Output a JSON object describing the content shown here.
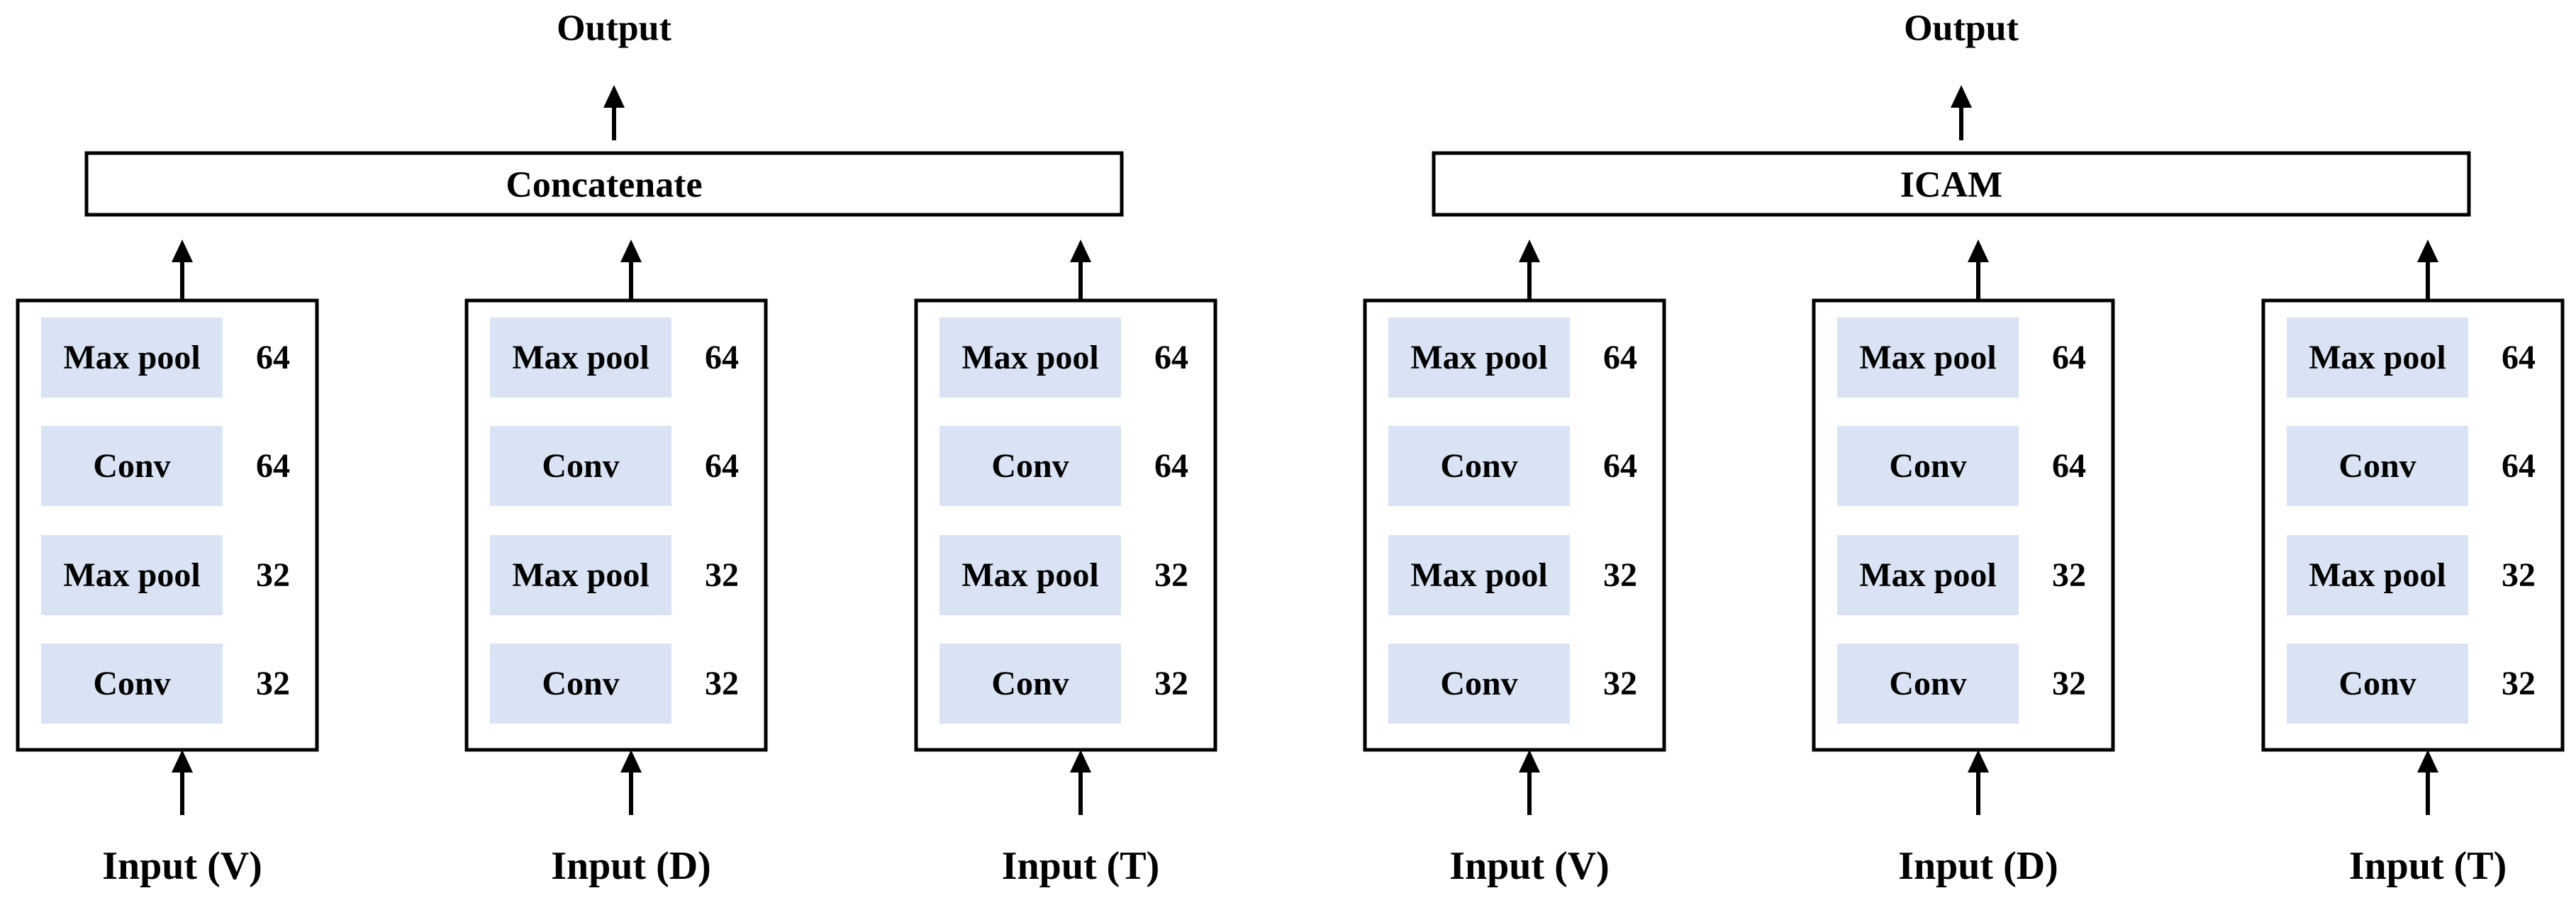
{
  "panels": [
    {
      "output_label": "Output",
      "fusion_label": "Concatenate",
      "branches": [
        {
          "input_label": "Input (V)",
          "layers": [
            {
              "name": "Max pool",
              "size": "64"
            },
            {
              "name": "Conv",
              "size": "64"
            },
            {
              "name": "Max pool",
              "size": "32"
            },
            {
              "name": "Conv",
              "size": "32"
            }
          ]
        },
        {
          "input_label": "Input (D)",
          "layers": [
            {
              "name": "Max pool",
              "size": "64"
            },
            {
              "name": "Conv",
              "size": "64"
            },
            {
              "name": "Max pool",
              "size": "32"
            },
            {
              "name": "Conv",
              "size": "32"
            }
          ]
        },
        {
          "input_label": "Input (T)",
          "layers": [
            {
              "name": "Max pool",
              "size": "64"
            },
            {
              "name": "Conv",
              "size": "64"
            },
            {
              "name": "Max pool",
              "size": "32"
            },
            {
              "name": "Conv",
              "size": "32"
            }
          ]
        }
      ]
    },
    {
      "output_label": "Output",
      "fusion_label": "ICAM",
      "branches": [
        {
          "input_label": "Input (V)",
          "layers": [
            {
              "name": "Max pool",
              "size": "64"
            },
            {
              "name": "Conv",
              "size": "64"
            },
            {
              "name": "Max pool",
              "size": "32"
            },
            {
              "name": "Conv",
              "size": "32"
            }
          ]
        },
        {
          "input_label": "Input (D)",
          "layers": [
            {
              "name": "Max pool",
              "size": "64"
            },
            {
              "name": "Conv",
              "size": "64"
            },
            {
              "name": "Max pool",
              "size": "32"
            },
            {
              "name": "Conv",
              "size": "32"
            }
          ]
        },
        {
          "input_label": "Input (T)",
          "layers": [
            {
              "name": "Max pool",
              "size": "64"
            },
            {
              "name": "Conv",
              "size": "64"
            },
            {
              "name": "Max pool",
              "size": "32"
            },
            {
              "name": "Conv",
              "size": "32"
            }
          ]
        }
      ]
    }
  ],
  "colors": {
    "layer_fill": "#dae3f3",
    "stroke": "#000000",
    "background": "#ffffff"
  }
}
